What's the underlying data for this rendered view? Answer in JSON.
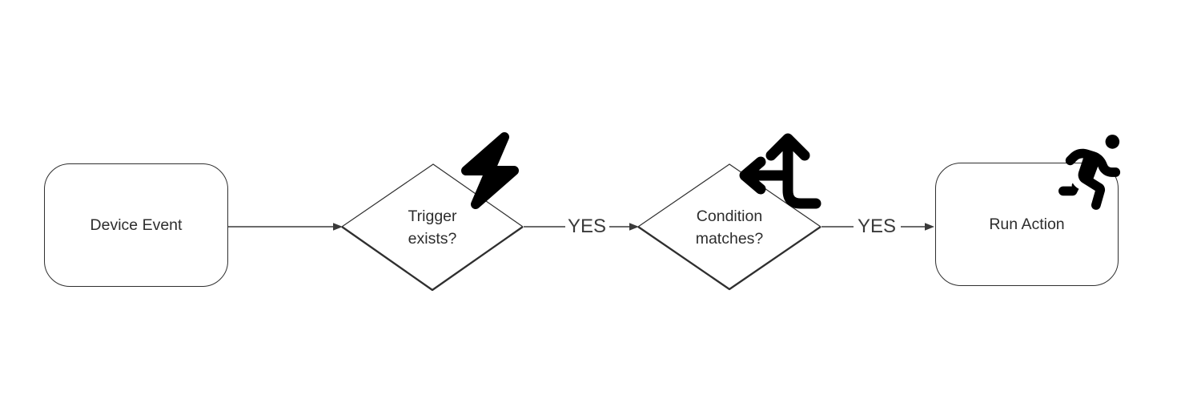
{
  "diagram": {
    "type": "flowchart",
    "colors": {
      "background": "#ffffff",
      "shape_stroke": "#2f2f2f",
      "connector": "#3a3a3a",
      "text": "#2d2d2d",
      "icon": "#000000"
    },
    "nodes": [
      {
        "id": "device-event",
        "shape": "rounded-rectangle",
        "label": "Device Event",
        "icon": null
      },
      {
        "id": "trigger-exists",
        "shape": "diamond",
        "label": "Trigger exists?",
        "icon": "lightning-bolt-icon"
      },
      {
        "id": "condition-matches",
        "shape": "diamond",
        "label": "Condition matches?",
        "icon": "arrows-split-up-left-icon"
      },
      {
        "id": "run-action",
        "shape": "rounded-rectangle",
        "label": "Run Action",
        "icon": "person-running-icon"
      }
    ],
    "edges": [
      {
        "from": "device-event",
        "to": "trigger-exists",
        "label": ""
      },
      {
        "from": "trigger-exists",
        "to": "condition-matches",
        "label": "YES"
      },
      {
        "from": "condition-matches",
        "to": "run-action",
        "label": "YES"
      }
    ]
  }
}
